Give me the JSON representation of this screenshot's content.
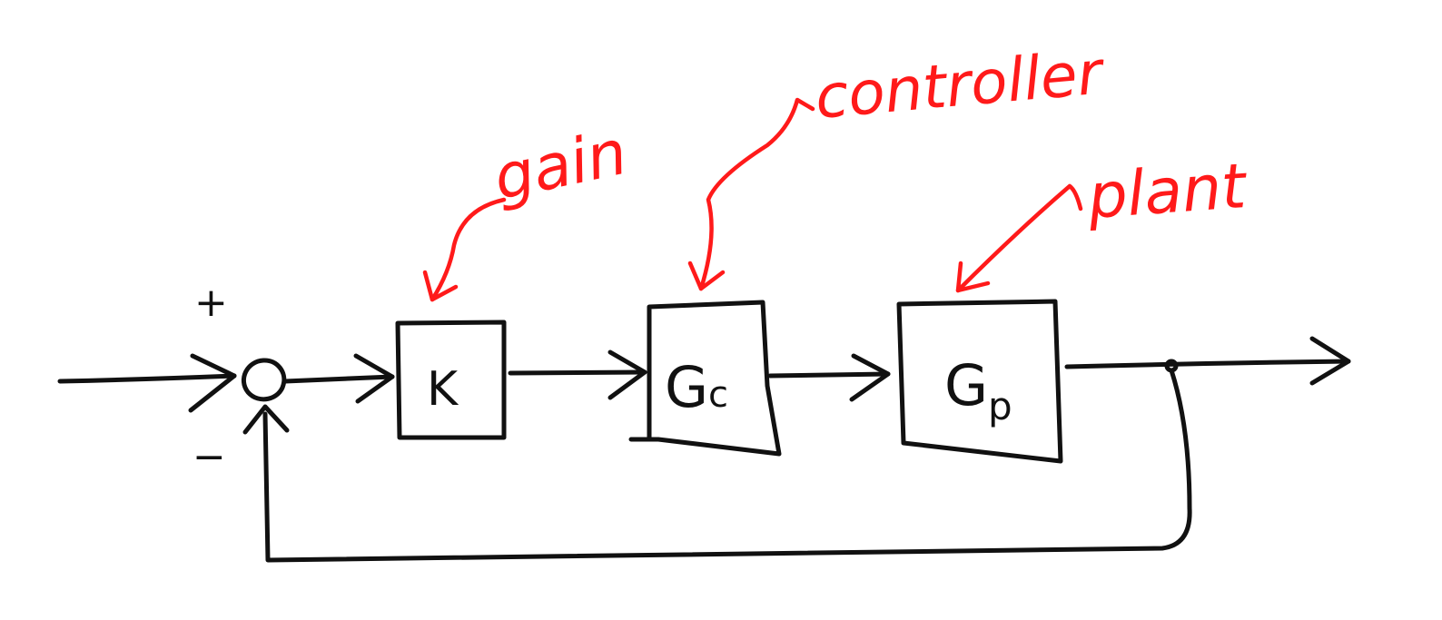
{
  "diagram": {
    "blocks": {
      "gain_block": {
        "label": "K"
      },
      "controller_block": {
        "label": "G",
        "subscript": "c"
      },
      "plant_block": {
        "label": "G",
        "subscript": "p"
      }
    },
    "summing_junction": {
      "plus_sign": "+",
      "minus_sign": "−"
    },
    "annotations": {
      "gain": "gain",
      "controller": "controller",
      "plant": "plant"
    },
    "colors": {
      "ink": "#111111",
      "annotation": "#ff1a1a",
      "background": "#ffffff"
    }
  }
}
